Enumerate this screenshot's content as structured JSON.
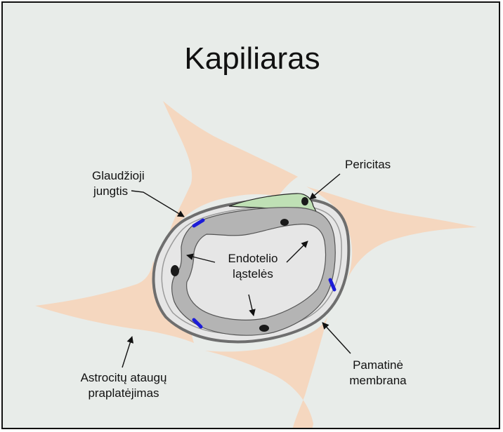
{
  "title": "Kapiliaras",
  "labels": {
    "tight_junction": [
      "Glaudžioji",
      "jungtis"
    ],
    "pericyte": "Pericitas",
    "endothelial": [
      "Endotelio",
      "ląstelės"
    ],
    "astrocyte": [
      "Astrocitų ataugų",
      "praplatėjimas"
    ],
    "basement_membrane": [
      "Pamatinė",
      "membrana"
    ]
  },
  "colors": {
    "background": "#e8ece9",
    "astrocyte": "#f5d7bf",
    "lumen": "#e6e6e6",
    "endothelium": "#b4b4b4",
    "membrane": "#6e6e6e",
    "pericyte": "#bfe0b5",
    "junction": "#1c1cd8",
    "nucleus": "#1a1a1a"
  }
}
